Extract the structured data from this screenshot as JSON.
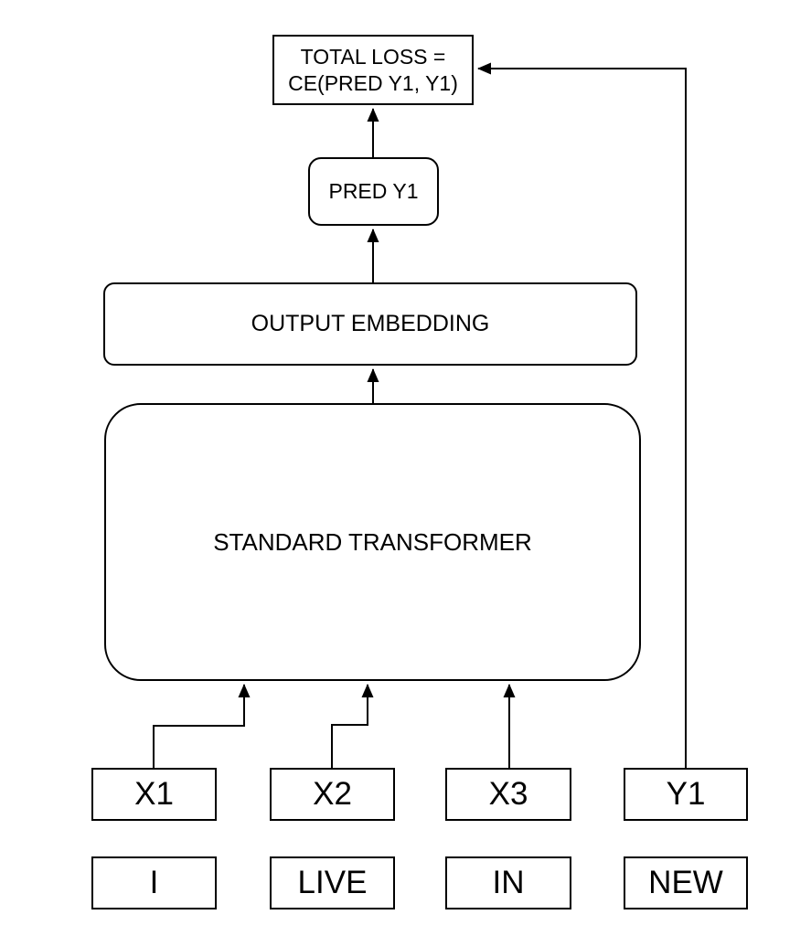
{
  "canvas": {
    "background": "#ffffff",
    "line_color": "#000000",
    "text_color": "#000000"
  },
  "nodes": {
    "total_loss": {
      "line1": "TOTAL LOSS =",
      "line2": "CE(PRED Y1, Y1)"
    },
    "pred": {
      "label": "PRED Y1"
    },
    "output_embedding": {
      "label": "OUTPUT EMBEDDING"
    },
    "transformer": {
      "label": "STANDARD TRANSFORMER"
    },
    "inputs": [
      {
        "label": "X1"
      },
      {
        "label": "X2"
      },
      {
        "label": "X3"
      },
      {
        "label": "Y1"
      }
    ],
    "tokens": [
      {
        "label": "I"
      },
      {
        "label": "LIVE"
      },
      {
        "label": "IN"
      },
      {
        "label": "NEW"
      }
    ]
  }
}
